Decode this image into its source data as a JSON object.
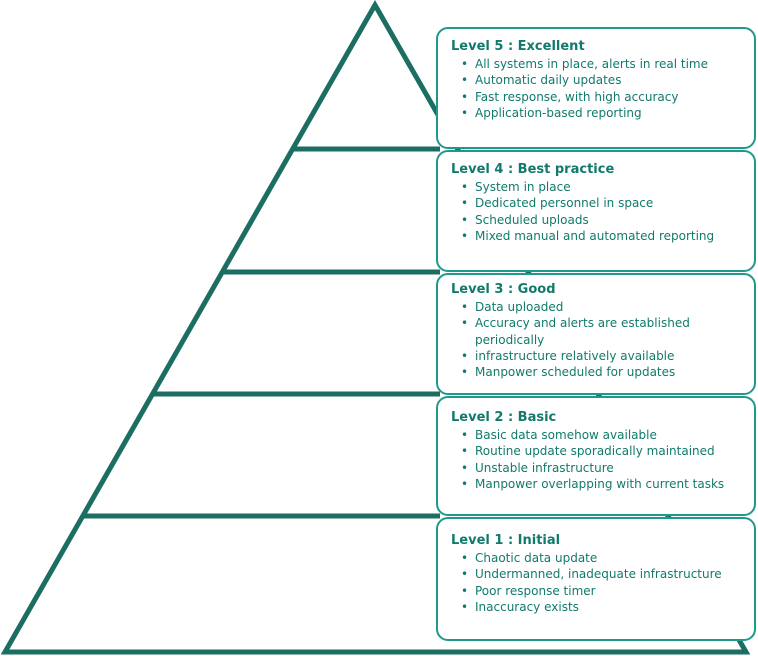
{
  "colors": {
    "pyramid": "#1c6e62",
    "box_border": "#1f9a8a",
    "text": "#117a6c"
  },
  "levels": [
    {
      "title": "Level 5 : Excellent",
      "items": [
        "All systems in place, alerts in real time",
        "Automatic daily updates",
        "Fast response, with high accuracy",
        "Application-based reporting"
      ]
    },
    {
      "title": "Level 4 : Best practice",
      "items": [
        "System in place",
        "Dedicated personnel in space",
        "Scheduled uploads",
        "Mixed manual and automated reporting"
      ]
    },
    {
      "title": "Level 3 : Good",
      "items": [
        "Data uploaded",
        "Accuracy and alerts are established periodically",
        "infrastructure relatively available",
        "Manpower scheduled for updates"
      ]
    },
    {
      "title": "Level 2 : Basic",
      "items": [
        "Basic data somehow available",
        "Routine update sporadically maintained",
        "Unstable infrastructure",
        "Manpower overlapping with current tasks"
      ]
    },
    {
      "title": "Level 1 : Initial",
      "items": [
        "Chaotic data update",
        "Undermanned, inadequate infrastructure",
        "Poor response timer",
        "Inaccuracy exists"
      ]
    }
  ]
}
